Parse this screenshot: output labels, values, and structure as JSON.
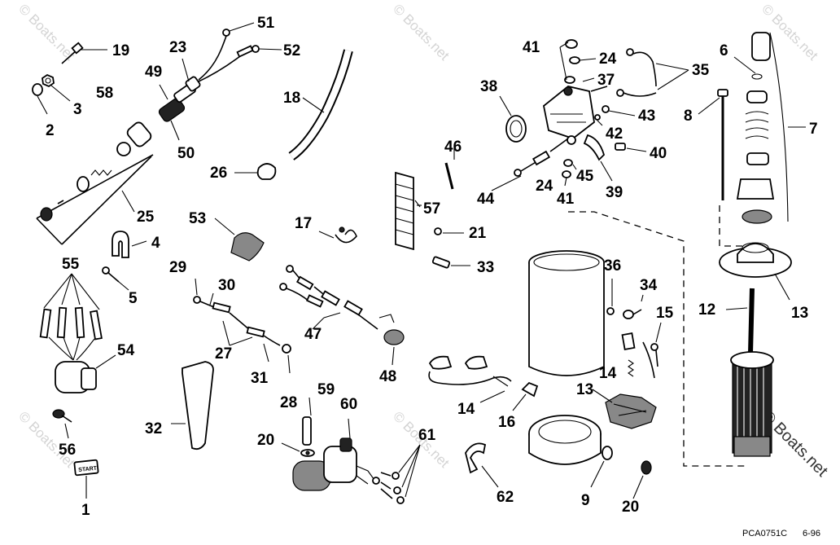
{
  "watermark": "© Boats.net",
  "footer": {
    "code": "PCA0751C",
    "date": "6-96"
  },
  "start_label": "START",
  "callouts": {
    "c1": "1",
    "c2": "2",
    "c3": "3",
    "c4": "4",
    "c5": "5",
    "c6": "6",
    "c7": "7",
    "c8": "8",
    "c9": "9",
    "c12": "12",
    "c13a": "13",
    "c13b": "13",
    "c14a": "14",
    "c14b": "14",
    "c15": "15",
    "c16": "16",
    "c17": "17",
    "c18": "18",
    "c19": "19",
    "c20a": "20",
    "c20b": "20",
    "c21": "21",
    "c23": "23",
    "c24a": "24",
    "c24b": "24",
    "c25": "25",
    "c26": "26",
    "c27": "27",
    "c28": "28",
    "c29": "29",
    "c30": "30",
    "c31": "31",
    "c32": "32",
    "c33": "33",
    "c34": "34",
    "c35": "35",
    "c36": "36",
    "c37": "37",
    "c38": "38",
    "c39": "39",
    "c40": "40",
    "c41a": "41",
    "c41b": "41",
    "c42": "42",
    "c43": "43",
    "c44": "44",
    "c45": "45",
    "c46": "46",
    "c47": "47",
    "c48": "48",
    "c49": "49",
    "c50": "50",
    "c51": "51",
    "c52": "52",
    "c53": "53",
    "c54": "54",
    "c55": "55",
    "c56": "56",
    "c57": "57",
    "c58": "58",
    "c59": "59",
    "c60": "60",
    "c61": "61",
    "c62": "62"
  }
}
